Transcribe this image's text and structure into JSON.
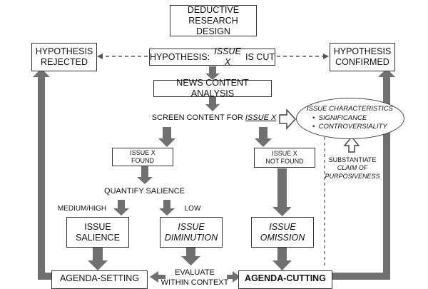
{
  "nodes": {
    "deductive_design": {
      "line1": "DEDUCTIVE",
      "line2": "RESEARCH DESIGN"
    },
    "hypothesis_rejected": {
      "line1": "HYPOTHESIS",
      "line2": "REJECTED"
    },
    "hypothesis_confirmed": {
      "line1": "HYPOTHESIS",
      "line2": "CONFIRMED"
    },
    "hypothesis_main": {
      "prefix": "HYPOTHESIS: ",
      "issue": "ISSUE X",
      "suffix": " IS CUT"
    },
    "news_content_analysis": {
      "label": "NEWS CONTENT ANALYSIS"
    },
    "screen_content": {
      "prefix": "SCREEN CONTENT FOR ",
      "issue": "ISSUE X"
    },
    "issue_found": {
      "line1": "ISSUE X",
      "line2": "FOUND"
    },
    "issue_not_found": {
      "line1": "ISSUE X",
      "line2": "NOT FOUND"
    },
    "quantify_salience": {
      "label": "QUANTIFY SALIENCE"
    },
    "medium_high": {
      "label": "MEDIUM/HIGH"
    },
    "low": {
      "label": "LOW"
    },
    "issue_salience": {
      "line1": "ISSUE",
      "line2": "SALIENCE"
    },
    "issue_diminution": {
      "line1": "ISSUE",
      "line2": "DIMINUTION"
    },
    "issue_omission": {
      "line1": "ISSUE",
      "line2": "OMISSION"
    },
    "agenda_setting": {
      "label": "AGENDA-SETTING"
    },
    "evaluate": {
      "line1": "EVALUATE",
      "line2": "WITHIN CONTEXT"
    },
    "agenda_cutting": {
      "label": "AGENDA-CUTTING"
    },
    "issue_characteristics": {
      "title": "ISSUE CHARACTERISTICS",
      "items": [
        "SIGNIFICANCE",
        "CONTROVERSIALITY"
      ]
    },
    "substantiate": {
      "line1": "SUBSTANTIATE",
      "line2": "CLAIM OF",
      "line3": "PURPOSIVENESS"
    }
  },
  "colors": {
    "arrow": "#707070",
    "dashed": "#555555",
    "border": "#333333"
  }
}
